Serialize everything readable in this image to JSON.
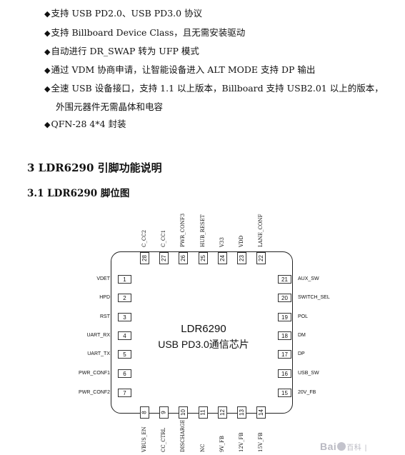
{
  "bullets": [
    "支持 USB PD2.0、USB PD3.0 协议",
    "支持 Billboard Device Class，且无需安装驱动",
    "自动进行 DR_SWAP 转为 UFP 模式",
    "通过 VDM 协商申请，让智能设备进入 ALT MODE 支持 DP 输出",
    "全速 USB 设备接口，支持 1.1 以上版本，Billboard 支持 USB2.01 以上的版本，",
    "QFN-28 4*4 封装"
  ],
  "bullet_continuation": "外围元器件无需晶体和电容",
  "bullet_marker": "◆",
  "section_heading": "3   LDR6290 引脚功能说明",
  "subsection_heading": "3.1   LDR6290 脚位图",
  "chip": {
    "name": "LDR6290",
    "description": "USB PD3.0通信芯片",
    "left_pins": [
      {
        "num": "1",
        "label": "VDET"
      },
      {
        "num": "2",
        "label": "HPD"
      },
      {
        "num": "3",
        "label": "RST"
      },
      {
        "num": "4",
        "label": "UART_RX"
      },
      {
        "num": "5",
        "label": "UART_TX"
      },
      {
        "num": "6",
        "label": "PWR_CONF1"
      },
      {
        "num": "7",
        "label": "PWR_CONF2"
      }
    ],
    "right_pins": [
      {
        "num": "21",
        "label": "AUX_SW"
      },
      {
        "num": "20",
        "label": "SWITCH_SEL"
      },
      {
        "num": "19",
        "label": "POL"
      },
      {
        "num": "18",
        "label": "DM"
      },
      {
        "num": "17",
        "label": "DP"
      },
      {
        "num": "16",
        "label": "USB_SW"
      },
      {
        "num": "15",
        "label": "20V_FB"
      }
    ],
    "top_pins": [
      {
        "num": "28",
        "label": "C_CC2"
      },
      {
        "num": "27",
        "label": "C_CC1"
      },
      {
        "num": "26",
        "label": "PWR_CONF3"
      },
      {
        "num": "25",
        "label": "HUB_RESET"
      },
      {
        "num": "24",
        "label": "V33"
      },
      {
        "num": "23",
        "label": "VDD"
      },
      {
        "num": "22",
        "label": "LANE_CONF"
      }
    ],
    "bottom_pins": [
      {
        "num": "8",
        "label": "VBUS_EN"
      },
      {
        "num": "9",
        "label": "CC_CTRL"
      },
      {
        "num": "10",
        "label": "DISCHARGE"
      },
      {
        "num": "11",
        "label": "NC"
      },
      {
        "num": "12",
        "label": "9V_FB"
      },
      {
        "num": "13",
        "label": "12V_FB"
      },
      {
        "num": "14",
        "label": "15V_FB"
      }
    ]
  },
  "watermark": {
    "text_a": "Bai",
    "text_b": "百科",
    "suffix": "|"
  }
}
